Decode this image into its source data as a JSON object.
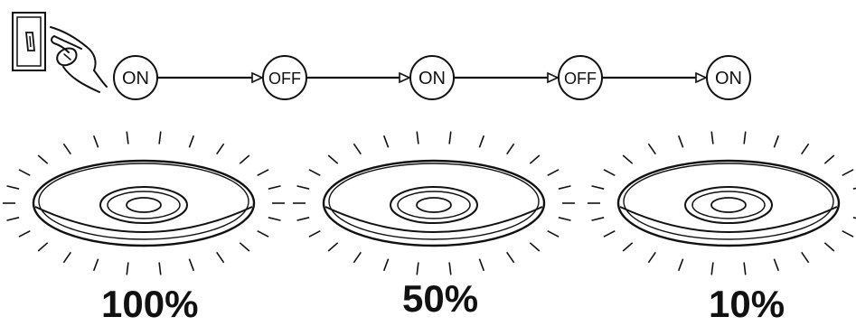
{
  "sequence": [
    {
      "label": "ON"
    },
    {
      "label": "OFF"
    },
    {
      "label": "ON"
    },
    {
      "label": "OFF"
    },
    {
      "label": "ON"
    }
  ],
  "lamps": [
    {
      "brightness_label": "100%"
    },
    {
      "brightness_label": "50%"
    },
    {
      "brightness_label": "10%"
    }
  ],
  "icons": {
    "switch": "wall-switch-icon",
    "hand": "pressing-hand-icon"
  },
  "colors": {
    "line": "#111111",
    "background": "#ffffff"
  }
}
